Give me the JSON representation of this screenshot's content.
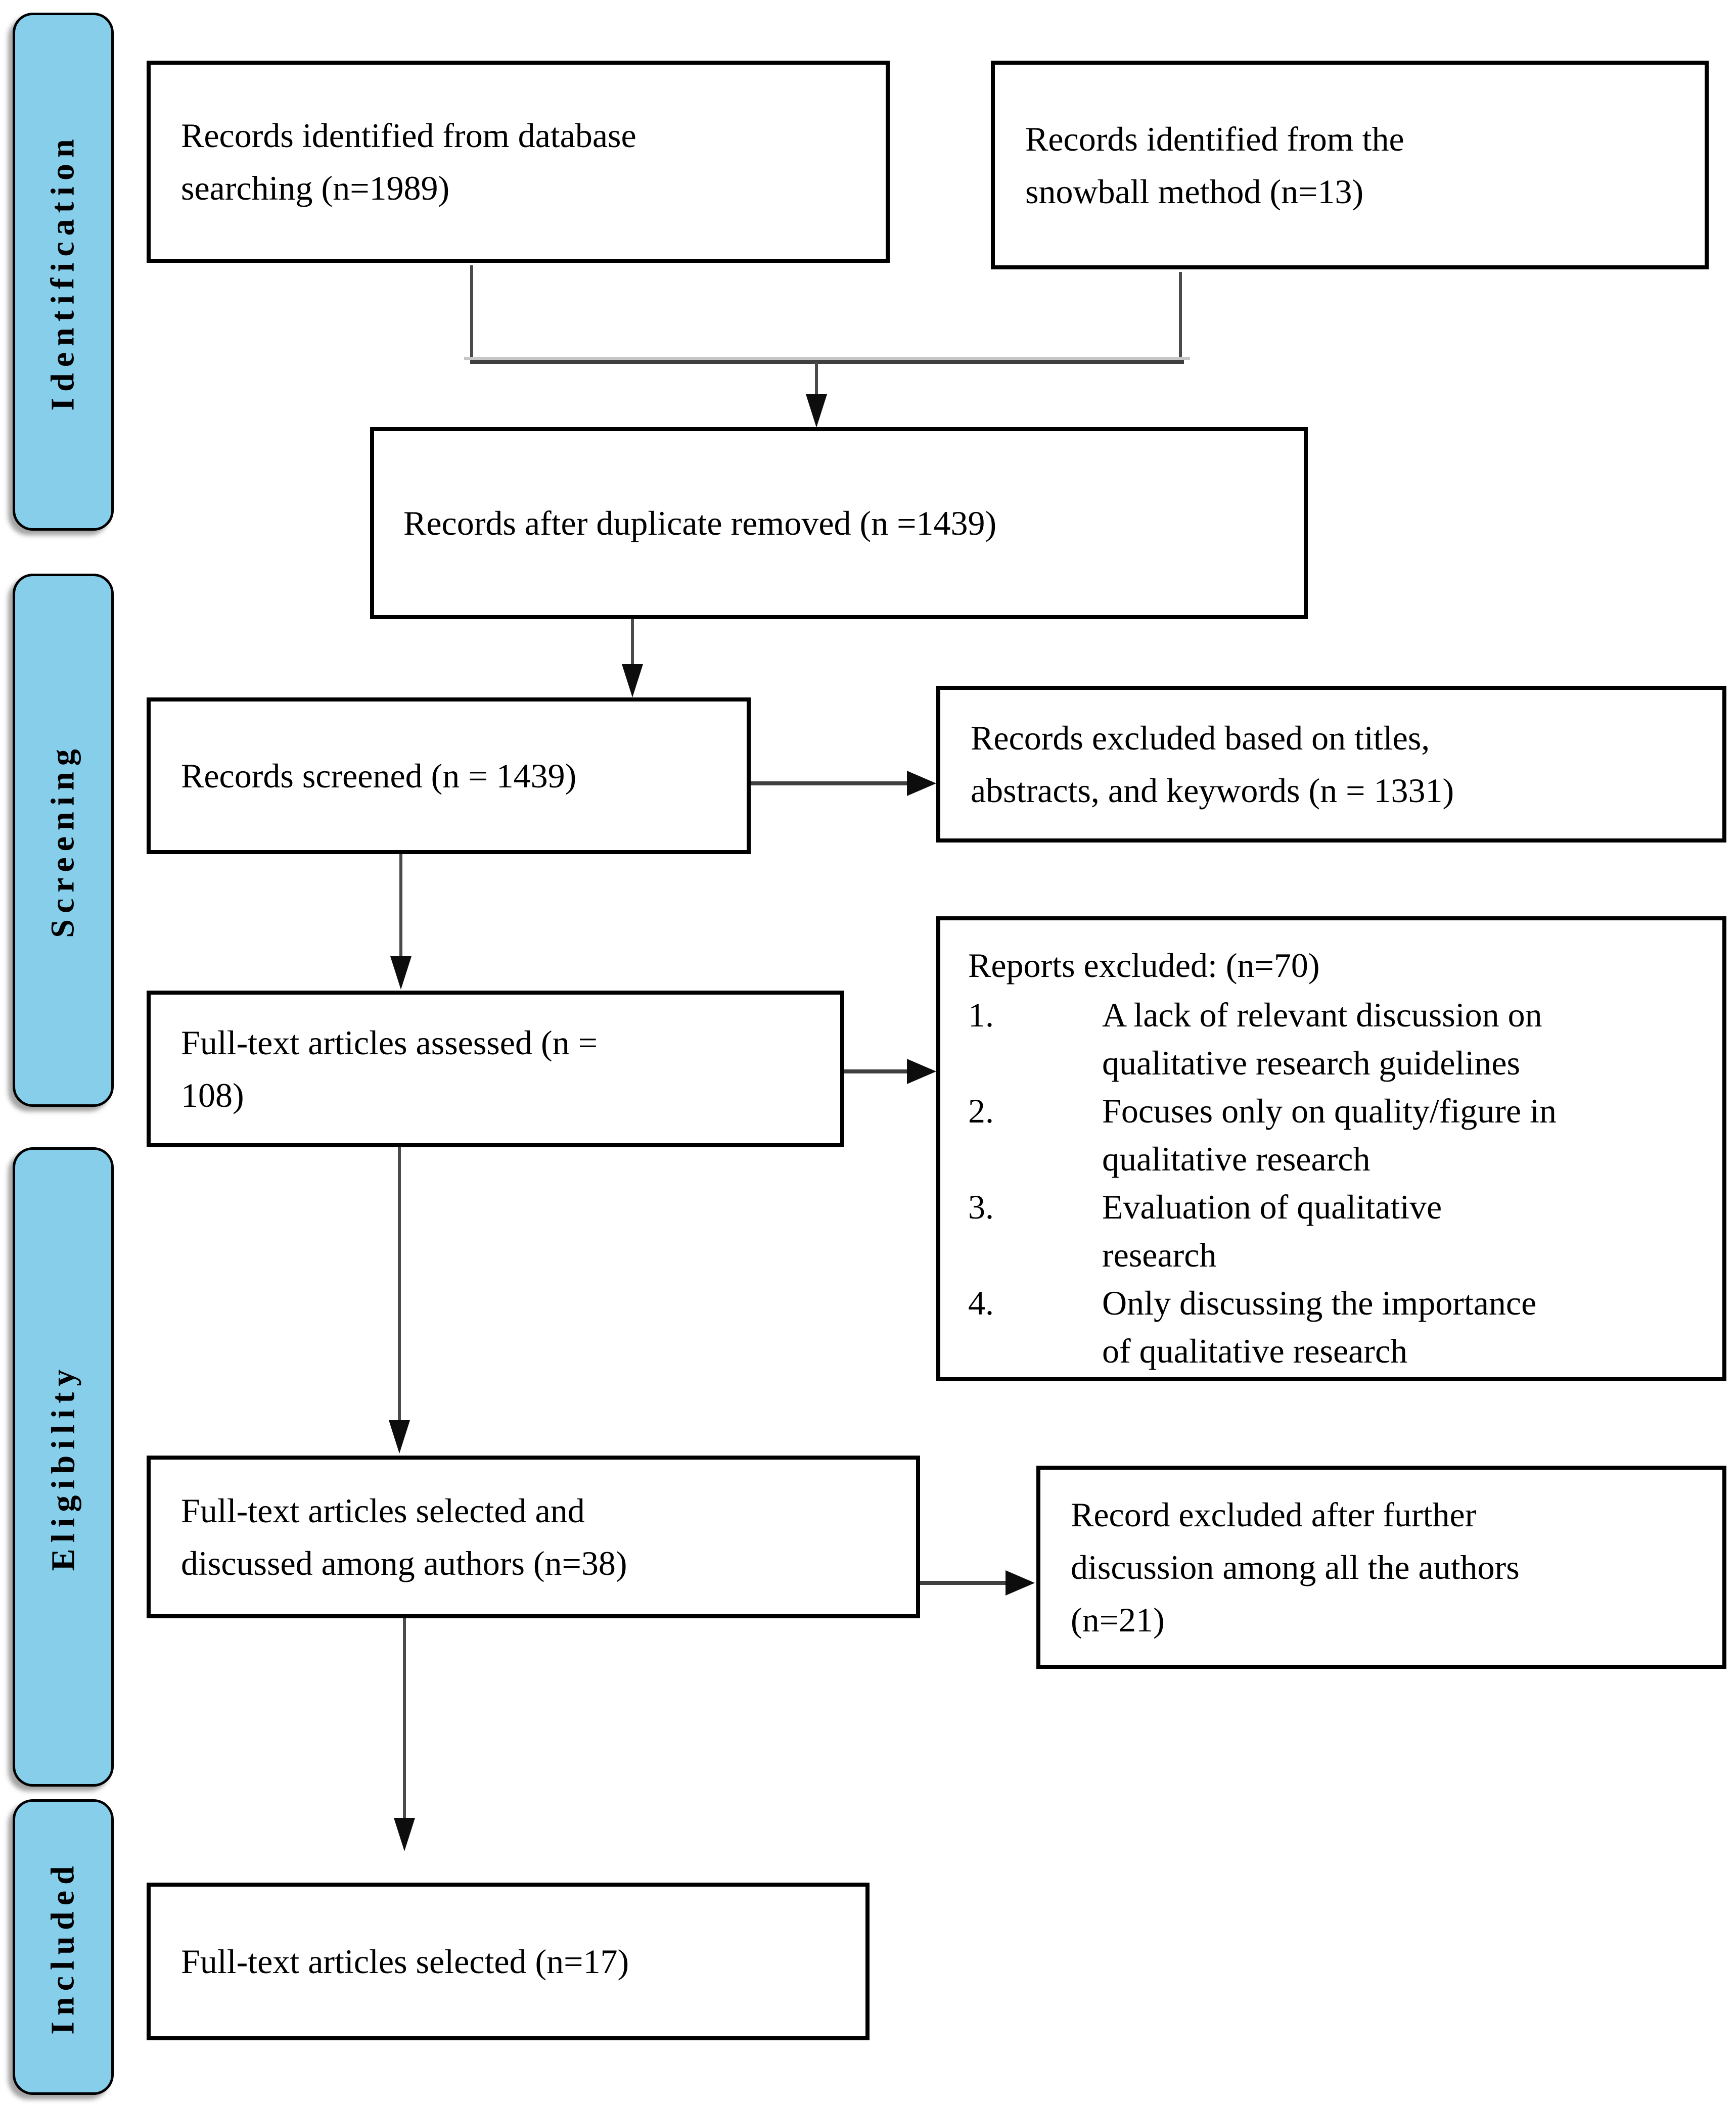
{
  "stages": [
    {
      "label": "Identification"
    },
    {
      "label": "Screening"
    },
    {
      "label": "Eligibility"
    },
    {
      "label": "Included"
    }
  ],
  "boxes": {
    "database": "Records identified from database\nsearching (n=1989)",
    "snowball": "Records identified from the\nsnowball method (n=13)",
    "deduplicated": "Records after duplicate removed (n =1439)",
    "screened": "Records screened (n = 1439)",
    "excluded_screening": "Records excluded based on titles,\nabstracts, and keywords (n = 1331)",
    "fulltext_assessed": "Full-text articles assessed (n =\n108)",
    "reports_excluded_title": "Reports excluded: (n=70)",
    "reports_excluded_items": [
      {
        "num": "1.",
        "text": "A lack of relevant discussion on\nqualitative research guidelines"
      },
      {
        "num": "2.",
        "text": "Focuses only on quality/figure in\nqualitative research"
      },
      {
        "num": "3.",
        "text": "Evaluation of qualitative\nresearch"
      },
      {
        "num": "4.",
        "text": "Only discussing the importance\nof qualitative research"
      }
    ],
    "fulltext_discussed": "Full-text articles selected and\ndiscussed among authors (n=38)",
    "record_excluded_authors": "Record excluded after further\ndiscussion among all the authors\n(n=21)",
    "fulltext_selected": "Full-text articles selected (n=17)"
  },
  "colors": {
    "stage_fill": "#87CEEB",
    "box_border": "#000000",
    "connector": "#4a4a4a"
  }
}
